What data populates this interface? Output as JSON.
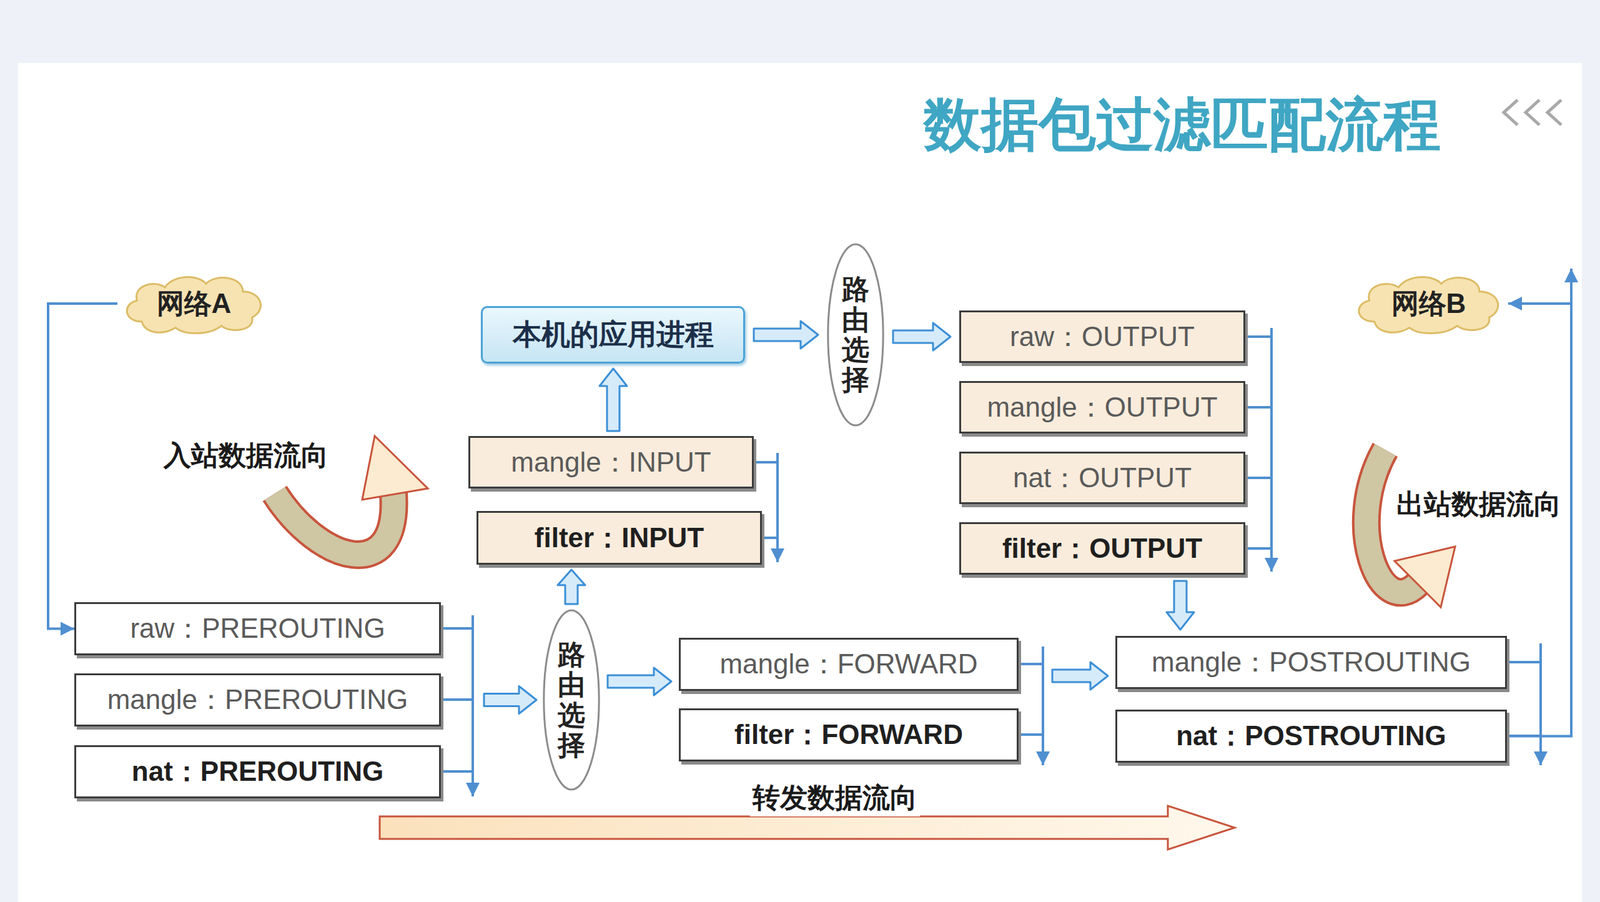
{
  "diagram": {
    "title": "数据包过滤匹配流程",
    "nodes": [
      {
        "text": [
          "网络A"
        ]
      },
      {
        "text": [
          "本机的应用进程"
        ]
      },
      {
        "text": [
          "路由选择"
        ]
      },
      {
        "text": [
          "raw：OUTPUT"
        ]
      },
      {
        "text": [
          "mangle：OUTPUT"
        ]
      },
      {
        "text": [
          "nat：OUTPUT"
        ]
      },
      {
        "text": [
          "filter：OUTPUT"
        ]
      },
      {
        "text": [
          "网络B"
        ]
      },
      {
        "text": [
          "mangle：INPUT"
        ]
      },
      {
        "text": [
          "filter：INPUT"
        ]
      },
      {
        "text": [
          "raw：PREROUTING"
        ]
      },
      {
        "text": [
          "mangle：PREROUTING"
        ]
      },
      {
        "text": [
          "nat：PREROUTING"
        ]
      },
      {
        "text": [
          "路由选择"
        ]
      },
      {
        "text": [
          "mangle：FORWARD"
        ]
      },
      {
        "text": [
          "filter：FORWARD"
        ]
      },
      {
        "text": [
          "mangle：POSTROUTING"
        ]
      },
      {
        "text": [
          "nat：POSTROUTING"
        ]
      }
    ],
    "edges": [
      {
        "from": 0,
        "to": 10,
        "arrow": "to"
      },
      {
        "from": 11,
        "to": 13,
        "arrow": "to"
      },
      {
        "from": 13,
        "to": 14,
        "arrow": "to"
      },
      {
        "from": 13,
        "to": 9,
        "arrow": "to"
      },
      {
        "from": 8,
        "to": 1,
        "arrow": "to"
      },
      {
        "from": 1,
        "to": 2,
        "arrow": "to"
      },
      {
        "from": 2,
        "to": 3,
        "arrow": "to"
      },
      {
        "from": 6,
        "to": 16,
        "arrow": "to"
      },
      {
        "from": 14,
        "to": 16,
        "arrow": "to"
      },
      {
        "from": 17,
        "to": 7,
        "arrow": "to"
      }
    ],
    "labels": [
      "入站数据流向",
      "出站数据流向",
      "转发数据流向"
    ]
  }
}
